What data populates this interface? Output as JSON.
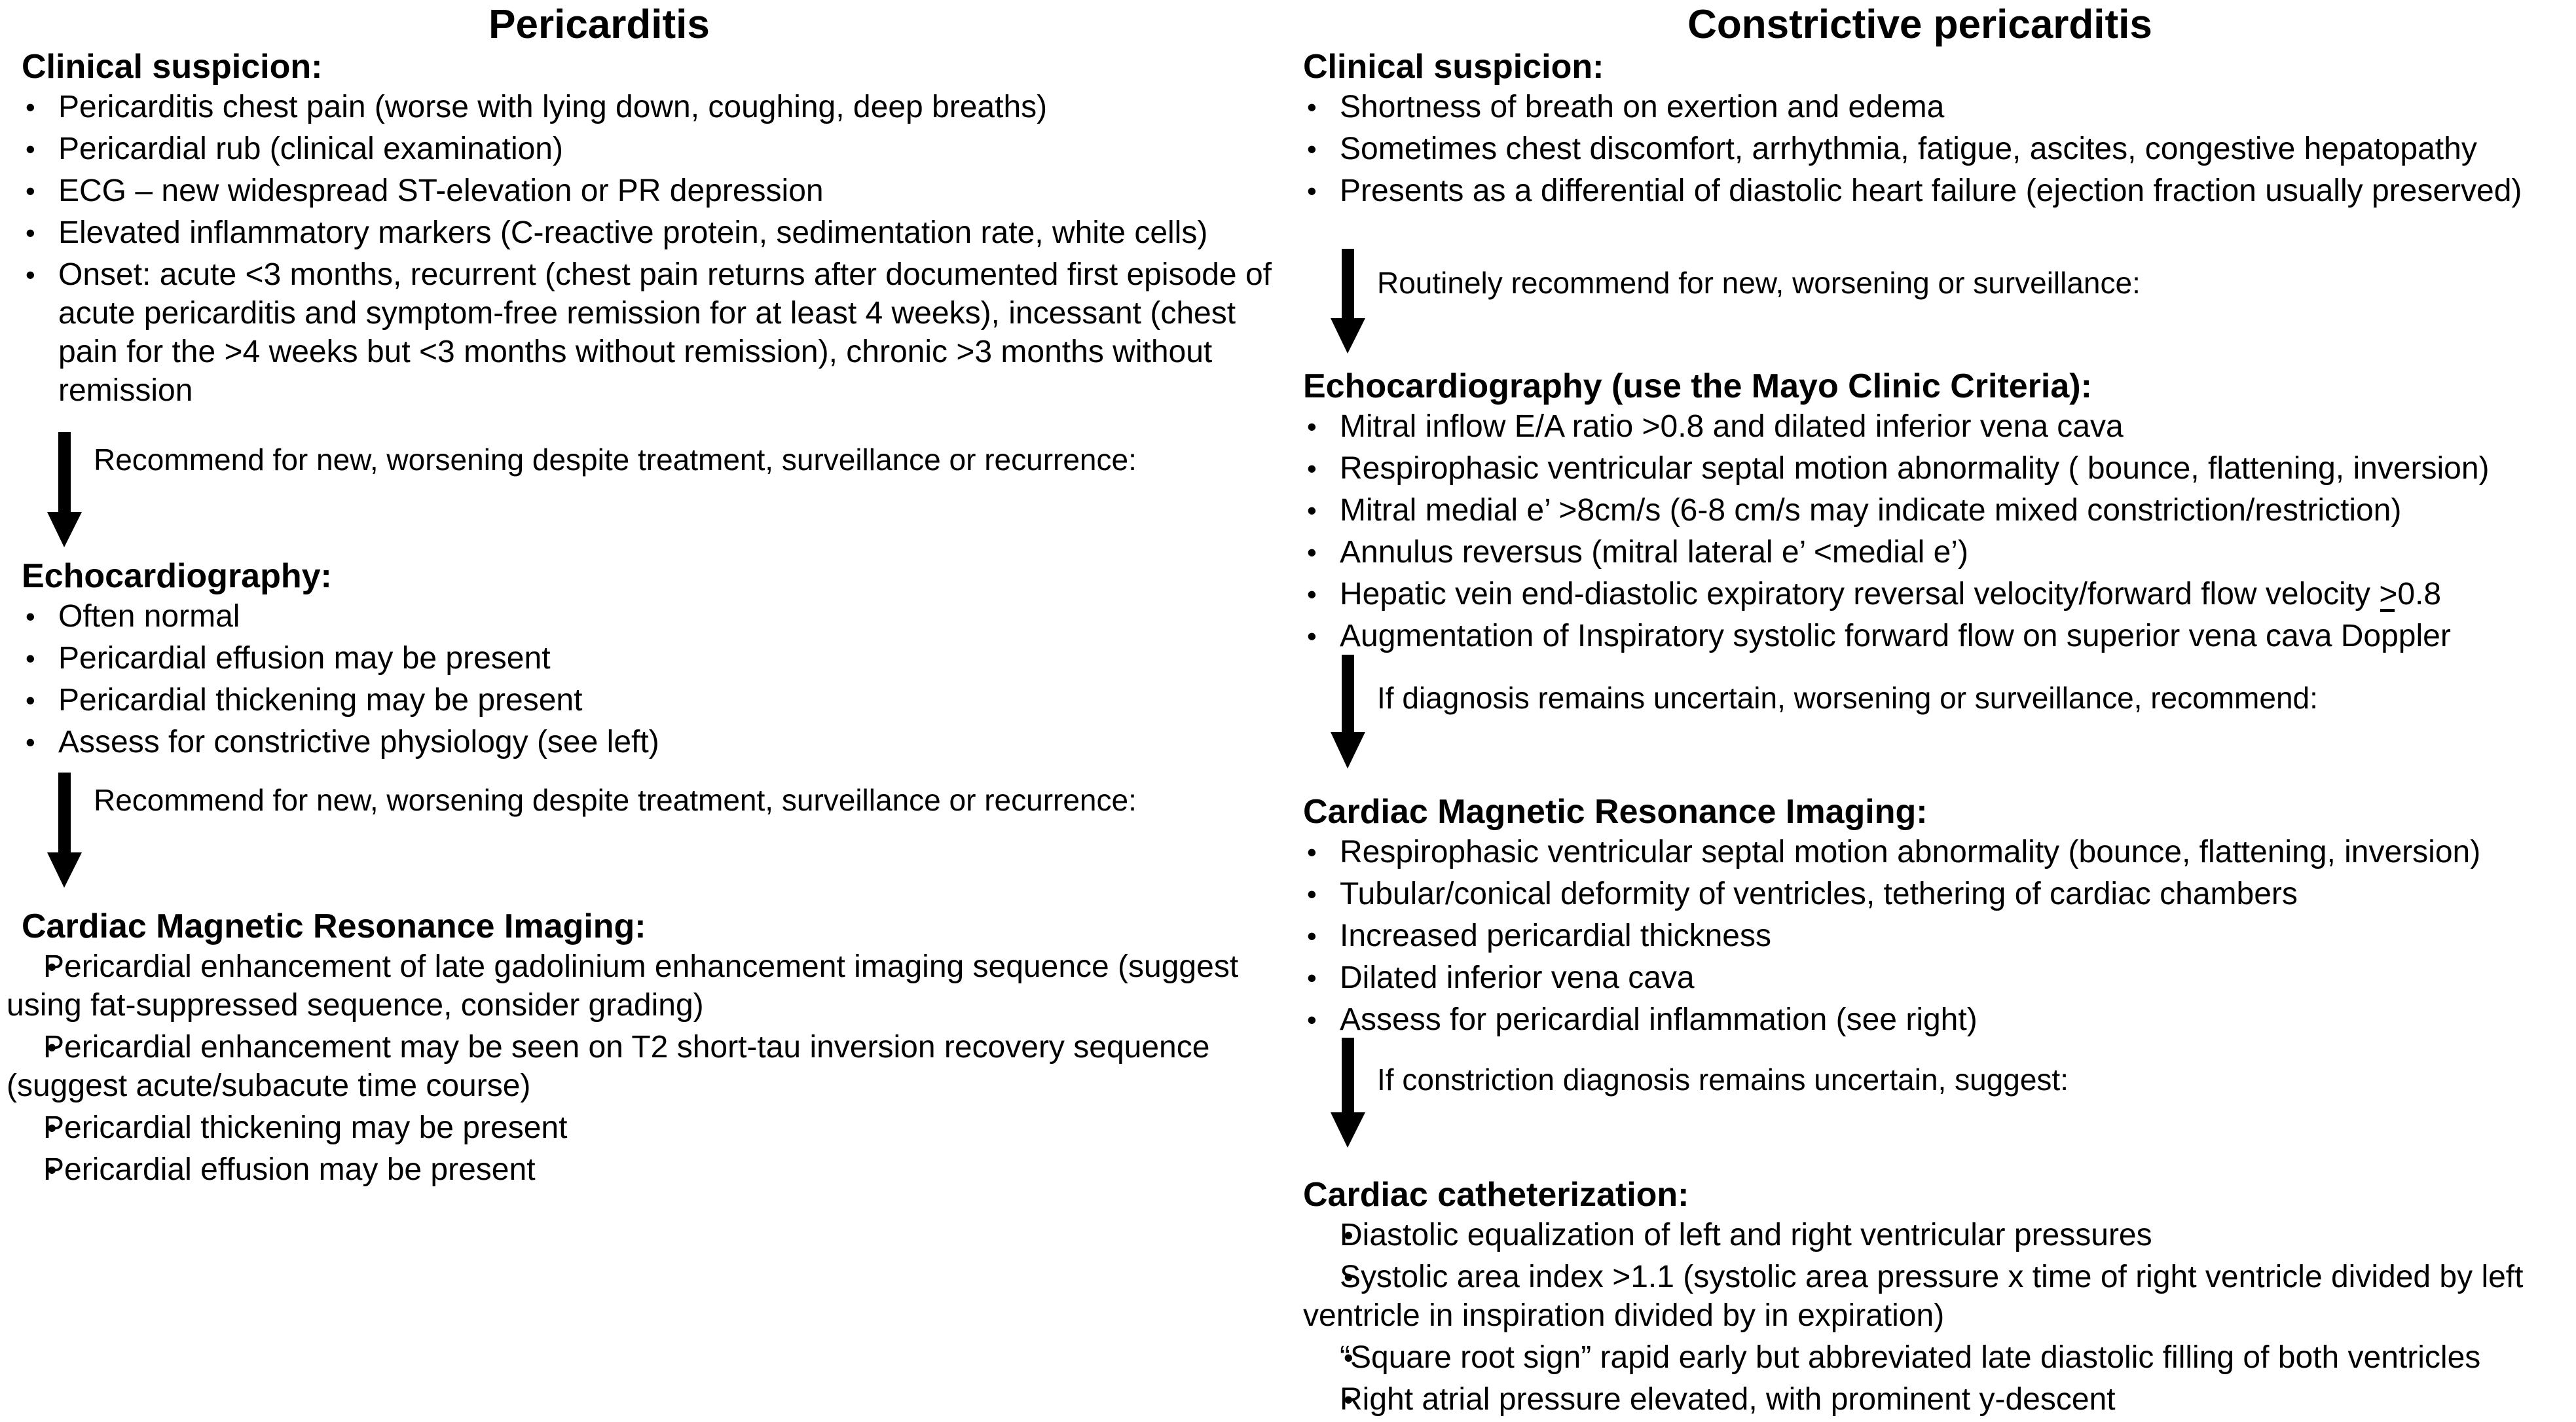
{
  "columns": {
    "left": {
      "title": "Pericarditis",
      "clinical": {
        "heading": "Clinical suspicion:",
        "items": [
          "Pericarditis chest pain (worse with lying down, coughing, deep breaths)",
          "Pericardial rub (clinical examination)",
          "ECG – new widespread ST-elevation or PR depression",
          "Elevated inflammatory markers (C-reactive protein, sedimentation rate, white cells)",
          "Onset: acute <3 months, recurrent (chest pain returns after documented first episode of acute pericarditis and symptom-free remission for at least 4 weeks), incessant (chest pain for the >4 weeks but <3 months without remission), chronic >3 months without remission"
        ]
      },
      "arrow1_label": "Recommend for new, worsening despite treatment, surveillance or recurrence:",
      "echo": {
        "heading": "Echocardiography:",
        "items": [
          "Often normal",
          "Pericardial effusion may be present",
          "Pericardial thickening may be present",
          "Assess for constrictive physiology (see left)"
        ]
      },
      "arrow2_label": "Recommend for new, worsening despite treatment, surveillance or recurrence:",
      "cmr": {
        "heading": "Cardiac Magnetic Resonance Imaging:",
        "items": [
          "Pericardial enhancement of late gadolinium enhancement imaging sequence (suggest using fat-suppressed sequence, consider grading)",
          "Pericardial enhancement may be seen on T2 short-tau inversion recovery sequence (suggest acute/subacute time course)",
          "Pericardial thickening may be present",
          "Pericardial effusion may be present"
        ]
      }
    },
    "right": {
      "title": "Constrictive pericarditis",
      "clinical": {
        "heading": "Clinical suspicion:",
        "items": [
          "Shortness of breath on exertion and edema",
          "Sometimes chest discomfort, arrhythmia, fatigue, ascites, congestive hepatopathy",
          "Presents as a differential of diastolic heart failure (ejection fraction usually preserved)"
        ]
      },
      "arrow1_label": "Routinely recommend for new, worsening or surveillance:",
      "echo": {
        "heading": "Echocardiography (use the Mayo Clinic Criteria):",
        "items": [
          "Mitral inflow E/A ratio >0.8 and dilated inferior vena cava",
          "Respirophasic ventricular septal motion abnormality ( bounce, flattening, inversion)",
          "Mitral medial e’ >8cm/s (6-8 cm/s may indicate mixed constriction/restriction)",
          "Annulus reversus (mitral lateral e’ <medial e’)",
          "Augmentation of Inspiratory systolic forward flow on superior vena cava Doppler"
        ],
        "hepatic_prefix": "Hepatic vein end-diastolic expiratory reversal velocity/forward flow velocity ",
        "hepatic_symbol": ">",
        "hepatic_suffix": "0.8"
      },
      "arrow2_label": "If diagnosis remains uncertain, worsening or surveillance, recommend:",
      "cmr": {
        "heading": "Cardiac Magnetic Resonance Imaging:",
        "items": [
          "Respirophasic ventricular septal motion abnormality (bounce, flattening, inversion)",
          "Tubular/conical deformity of ventricles, tethering of cardiac chambers",
          "Increased pericardial thickness",
          "Dilated inferior vena cava",
          "Assess for pericardial inflammation (see right)"
        ]
      },
      "arrow3_label": "If constriction diagnosis remains uncertain, suggest:",
      "cath": {
        "heading": "Cardiac catheterization:",
        "items": [
          "Diastolic equalization of left and right ventricular pressures",
          "Systolic area index >1.1 (systolic area pressure x time of right ventricle divided by left ventricle in inspiration divided by in expiration)",
          "“Square root sign” rapid early but abbreviated late diastolic filling of both ventricles",
          "Right atrial pressure elevated, with prominent y-descent"
        ]
      }
    }
  },
  "colors": {
    "text": "#000000",
    "background": "#ffffff",
    "arrow": "#000000"
  }
}
